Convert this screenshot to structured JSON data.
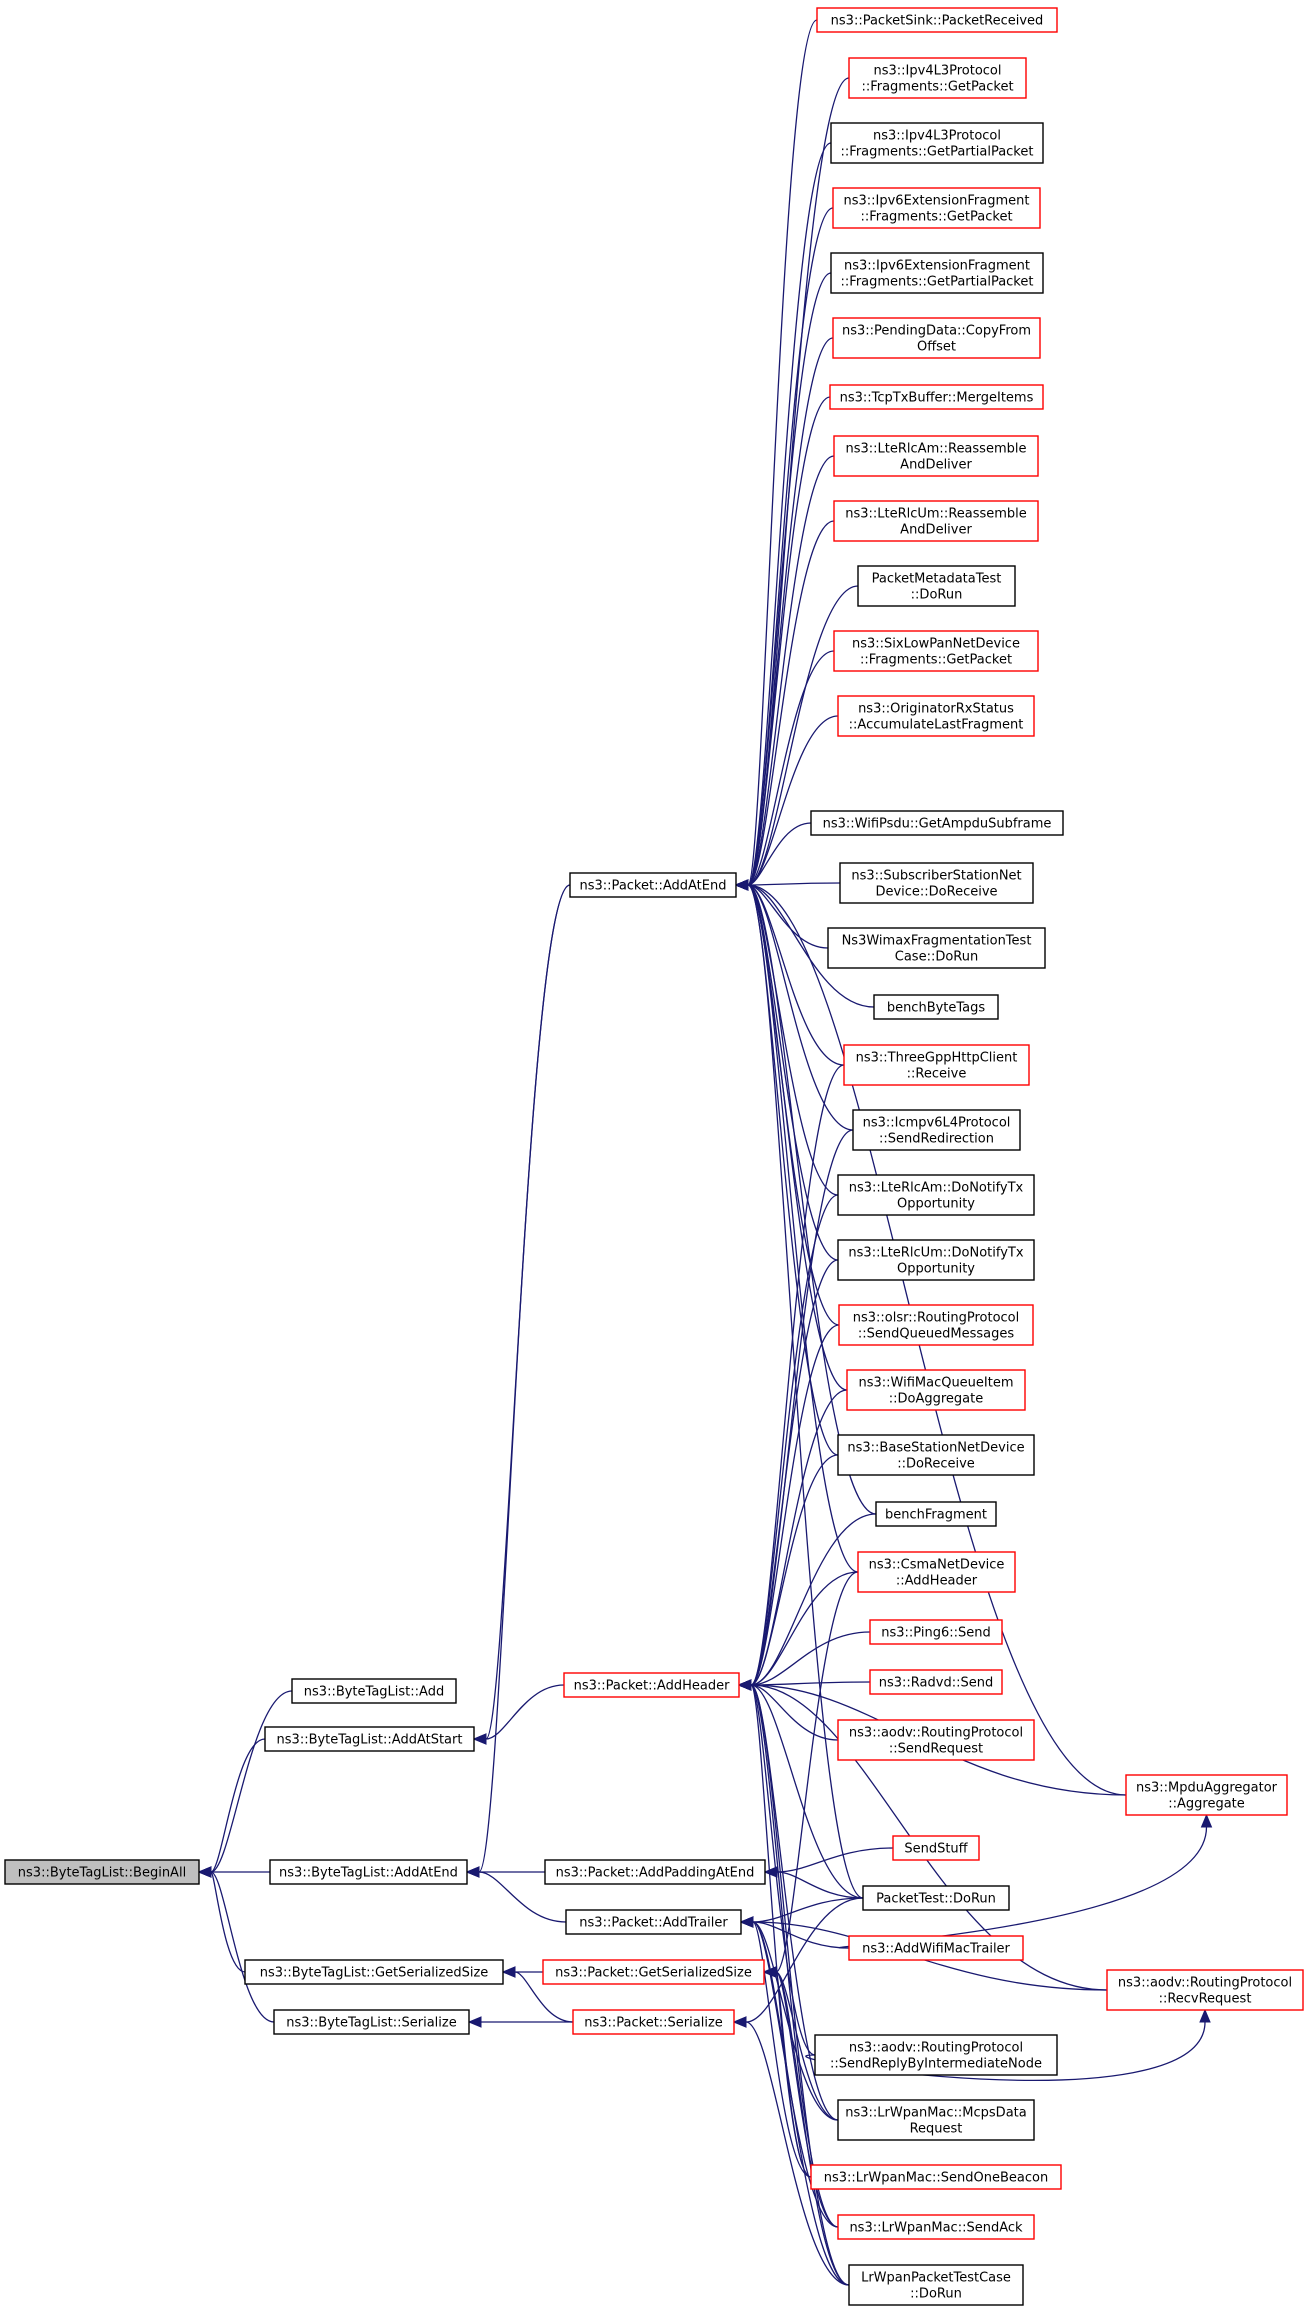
{
  "colors": {
    "edge": "#191970",
    "border_normal": "#000000",
    "border_undocumented": "#ff0000",
    "root_fill": "#bfbfbf",
    "background": "#ffffff"
  },
  "graph": {
    "root": "begin_all",
    "nodes": [
      {
        "id": "begin_all",
        "lines": [
          "ns3::ByteTagList::BeginAll"
        ],
        "style": "root"
      },
      {
        "id": "add",
        "lines": [
          "ns3::ByteTagList::Add"
        ],
        "style": "normal"
      },
      {
        "id": "add_at_start",
        "lines": [
          "ns3::ByteTagList::AddAtStart"
        ],
        "style": "normal"
      },
      {
        "id": "add_at_end",
        "lines": [
          "ns3::ByteTagList::AddAtEnd"
        ],
        "style": "normal"
      },
      {
        "id": "get_serialized_size",
        "lines": [
          "ns3::ByteTagList::GetSerializedSize"
        ],
        "style": "normal"
      },
      {
        "id": "serialize",
        "lines": [
          "ns3::ByteTagList::Serialize"
        ],
        "style": "normal"
      },
      {
        "id": "pkt_add_at_end",
        "lines": [
          "ns3::Packet::AddAtEnd"
        ],
        "style": "normal"
      },
      {
        "id": "pkt_add_header",
        "lines": [
          "ns3::Packet::AddHeader"
        ],
        "style": "red"
      },
      {
        "id": "pkt_add_padding",
        "lines": [
          "ns3::Packet::AddPaddingAtEnd"
        ],
        "style": "normal"
      },
      {
        "id": "pkt_add_trailer",
        "lines": [
          "ns3::Packet::AddTrailer"
        ],
        "style": "normal"
      },
      {
        "id": "pkt_get_ser_size",
        "lines": [
          "ns3::Packet::GetSerializedSize"
        ],
        "style": "red"
      },
      {
        "id": "pkt_serialize",
        "lines": [
          "ns3::Packet::Serialize"
        ],
        "style": "red"
      },
      {
        "id": "packet_sink",
        "lines": [
          "ns3::PacketSink::PacketReceived"
        ],
        "style": "red"
      },
      {
        "id": "ipv4_get_packet",
        "lines": [
          "ns3::Ipv4L3Protocol",
          "::Fragments::GetPacket"
        ],
        "style": "red"
      },
      {
        "id": "ipv4_get_partial",
        "lines": [
          "ns3::Ipv4L3Protocol",
          "::Fragments::GetPartialPacket"
        ],
        "style": "normal"
      },
      {
        "id": "ipv6_get_packet",
        "lines": [
          "ns3::Ipv6ExtensionFragment",
          "::Fragments::GetPacket"
        ],
        "style": "red"
      },
      {
        "id": "ipv6_get_partial",
        "lines": [
          "ns3::Ipv6ExtensionFragment",
          "::Fragments::GetPartialPacket"
        ],
        "style": "normal"
      },
      {
        "id": "pending_copy",
        "lines": [
          "ns3::PendingData::CopyFrom",
          "Offset"
        ],
        "style": "red"
      },
      {
        "id": "tcp_merge",
        "lines": [
          "ns3::TcpTxBuffer::MergeItems"
        ],
        "style": "red"
      },
      {
        "id": "lte_am_reassemble",
        "lines": [
          "ns3::LteRlcAm::Reassemble",
          "AndDeliver"
        ],
        "style": "red"
      },
      {
        "id": "lte_um_reassemble",
        "lines": [
          "ns3::LteRlcUm::Reassemble",
          "AndDeliver"
        ],
        "style": "red"
      },
      {
        "id": "pkt_meta_test",
        "lines": [
          "PacketMetadataTest",
          "::DoRun"
        ],
        "style": "normal"
      },
      {
        "id": "sixlowpan",
        "lines": [
          "ns3::SixLowPanNetDevice",
          "::Fragments::GetPacket"
        ],
        "style": "red"
      },
      {
        "id": "originator",
        "lines": [
          "ns3::OriginatorRxStatus",
          "::AccumulateLastFragment"
        ],
        "style": "red"
      },
      {
        "id": "wifi_psdu",
        "lines": [
          "ns3::WifiPsdu::GetAmpduSubframe"
        ],
        "style": "normal"
      },
      {
        "id": "subscriber",
        "lines": [
          "ns3::SubscriberStationNet",
          "Device::DoReceive"
        ],
        "style": "normal"
      },
      {
        "id": "wimax_frag",
        "lines": [
          "Ns3WimaxFragmentationTest",
          "Case::DoRun"
        ],
        "style": "normal"
      },
      {
        "id": "bench_byte_tags",
        "lines": [
          "benchByteTags"
        ],
        "style": "normal"
      },
      {
        "id": "three_gpp",
        "lines": [
          "ns3::ThreeGppHttpClient",
          "::Receive"
        ],
        "style": "red"
      },
      {
        "id": "icmpv6",
        "lines": [
          "ns3::Icmpv6L4Protocol",
          "::SendRedirection"
        ],
        "style": "normal"
      },
      {
        "id": "lte_am_notify",
        "lines": [
          "ns3::LteRlcAm::DoNotifyTx",
          "Opportunity"
        ],
        "style": "normal"
      },
      {
        "id": "lte_um_notify",
        "lines": [
          "ns3::LteRlcUm::DoNotifyTx",
          "Opportunity"
        ],
        "style": "normal"
      },
      {
        "id": "olsr",
        "lines": [
          "ns3::olsr::RoutingProtocol",
          "::SendQueuedMessages"
        ],
        "style": "red"
      },
      {
        "id": "wifi_mac_queue",
        "lines": [
          "ns3::WifiMacQueueItem",
          "::DoAggregate"
        ],
        "style": "red"
      },
      {
        "id": "base_station",
        "lines": [
          "ns3::BaseStationNetDevice",
          "::DoReceive"
        ],
        "style": "normal"
      },
      {
        "id": "bench_fragment",
        "lines": [
          "benchFragment"
        ],
        "style": "normal"
      },
      {
        "id": "csma",
        "lines": [
          "ns3::CsmaNetDevice",
          "::AddHeader"
        ],
        "style": "red"
      },
      {
        "id": "ping6",
        "lines": [
          "ns3::Ping6::Send"
        ],
        "style": "red"
      },
      {
        "id": "radvd",
        "lines": [
          "ns3::Radvd::Send"
        ],
        "style": "red"
      },
      {
        "id": "aodv_send_request",
        "lines": [
          "ns3::aodv::RoutingProtocol",
          "::SendRequest"
        ],
        "style": "red"
      },
      {
        "id": "mpdu_agg",
        "lines": [
          "ns3::MpduAggregator",
          "::Aggregate"
        ],
        "style": "red"
      },
      {
        "id": "send_stuff",
        "lines": [
          "SendStuff"
        ],
        "style": "red"
      },
      {
        "id": "packet_test",
        "lines": [
          "PacketTest::DoRun"
        ],
        "style": "normal"
      },
      {
        "id": "add_wifi_mac_trailer",
        "lines": [
          "ns3::AddWifiMacTrailer"
        ],
        "style": "red"
      },
      {
        "id": "aodv_recv_request",
        "lines": [
          "ns3::aodv::RoutingProtocol",
          "::RecvRequest"
        ],
        "style": "red"
      },
      {
        "id": "aodv_send_reply",
        "lines": [
          "ns3::aodv::RoutingProtocol",
          "::SendReplyByIntermediateNode"
        ],
        "style": "normal"
      },
      {
        "id": "lrwpan_mcps",
        "lines": [
          "ns3::LrWpanMac::McpsData",
          "Request"
        ],
        "style": "normal"
      },
      {
        "id": "lrwpan_beacon",
        "lines": [
          "ns3::LrWpanMac::SendOneBeacon"
        ],
        "style": "red"
      },
      {
        "id": "lrwpan_ack",
        "lines": [
          "ns3::LrWpanMac::SendAck"
        ],
        "style": "red"
      },
      {
        "id": "lrwpan_test",
        "lines": [
          "LrWpanPacketTestCase",
          "::DoRun"
        ],
        "style": "normal"
      }
    ],
    "edges": [
      [
        "add",
        "begin_all"
      ],
      [
        "add_at_start",
        "begin_all"
      ],
      [
        "add_at_end",
        "begin_all"
      ],
      [
        "get_serialized_size",
        "begin_all"
      ],
      [
        "serialize",
        "begin_all"
      ],
      [
        "pkt_add_at_end",
        "add_at_start"
      ],
      [
        "pkt_add_header",
        "add_at_start"
      ],
      [
        "pkt_add_at_end",
        "add_at_end"
      ],
      [
        "pkt_add_padding",
        "add_at_end"
      ],
      [
        "pkt_add_trailer",
        "add_at_end"
      ],
      [
        "pkt_get_ser_size",
        "get_serialized_size"
      ],
      [
        "pkt_serialize",
        "get_serialized_size"
      ],
      [
        "pkt_serialize",
        "serialize"
      ],
      [
        "packet_sink",
        "pkt_add_at_end"
      ],
      [
        "ipv4_get_packet",
        "pkt_add_at_end"
      ],
      [
        "ipv4_get_partial",
        "pkt_add_at_end"
      ],
      [
        "ipv6_get_packet",
        "pkt_add_at_end"
      ],
      [
        "ipv6_get_partial",
        "pkt_add_at_end"
      ],
      [
        "pending_copy",
        "pkt_add_at_end"
      ],
      [
        "tcp_merge",
        "pkt_add_at_end"
      ],
      [
        "lte_am_reassemble",
        "pkt_add_at_end"
      ],
      [
        "lte_um_reassemble",
        "pkt_add_at_end"
      ],
      [
        "pkt_meta_test",
        "pkt_add_at_end"
      ],
      [
        "sixlowpan",
        "pkt_add_at_end"
      ],
      [
        "originator",
        "pkt_add_at_end"
      ],
      [
        "mpdu_agg",
        "pkt_add_at_end"
      ],
      [
        "wifi_psdu",
        "pkt_add_at_end"
      ],
      [
        "subscriber",
        "pkt_add_at_end"
      ],
      [
        "wimax_frag",
        "pkt_add_at_end"
      ],
      [
        "bench_byte_tags",
        "pkt_add_at_end"
      ],
      [
        "three_gpp",
        "pkt_add_at_end"
      ],
      [
        "icmpv6",
        "pkt_add_at_end"
      ],
      [
        "lte_am_notify",
        "pkt_add_at_end"
      ],
      [
        "lte_um_notify",
        "pkt_add_at_end"
      ],
      [
        "olsr",
        "pkt_add_at_end"
      ],
      [
        "wifi_mac_queue",
        "pkt_add_at_end"
      ],
      [
        "base_station",
        "pkt_add_at_end"
      ],
      [
        "bench_fragment",
        "pkt_add_at_end"
      ],
      [
        "csma",
        "pkt_add_at_end"
      ],
      [
        "packet_test",
        "pkt_add_at_end"
      ],
      [
        "three_gpp",
        "pkt_add_header"
      ],
      [
        "icmpv6",
        "pkt_add_header"
      ],
      [
        "lte_am_notify",
        "pkt_add_header"
      ],
      [
        "lte_um_notify",
        "pkt_add_header"
      ],
      [
        "olsr",
        "pkt_add_header"
      ],
      [
        "wifi_mac_queue",
        "pkt_add_header"
      ],
      [
        "base_station",
        "pkt_add_header"
      ],
      [
        "bench_fragment",
        "pkt_add_header"
      ],
      [
        "csma",
        "pkt_add_header"
      ],
      [
        "ping6",
        "pkt_add_header"
      ],
      [
        "radvd",
        "pkt_add_header"
      ],
      [
        "aodv_send_request",
        "pkt_add_header"
      ],
      [
        "mpdu_agg",
        "pkt_add_header"
      ],
      [
        "packet_test",
        "pkt_add_header"
      ],
      [
        "aodv_recv_request",
        "pkt_add_header"
      ],
      [
        "aodv_send_reply",
        "pkt_add_header"
      ],
      [
        "lrwpan_mcps",
        "pkt_add_header"
      ],
      [
        "lrwpan_beacon",
        "pkt_add_header"
      ],
      [
        "lrwpan_ack",
        "pkt_add_header"
      ],
      [
        "lrwpan_test",
        "pkt_add_header"
      ],
      [
        "send_stuff",
        "pkt_add_padding"
      ],
      [
        "packet_test",
        "pkt_add_padding"
      ],
      [
        "packet_test",
        "pkt_add_trailer"
      ],
      [
        "add_wifi_mac_trailer",
        "pkt_add_trailer"
      ],
      [
        "aodv_recv_request",
        "pkt_add_trailer"
      ],
      [
        "lrwpan_mcps",
        "pkt_add_trailer"
      ],
      [
        "lrwpan_beacon",
        "pkt_add_trailer"
      ],
      [
        "lrwpan_ack",
        "pkt_add_trailer"
      ],
      [
        "lrwpan_test",
        "pkt_add_trailer"
      ],
      [
        "csma",
        "pkt_get_ser_size"
      ],
      [
        "lrwpan_mcps",
        "pkt_get_ser_size"
      ],
      [
        "lrwpan_beacon",
        "pkt_get_ser_size"
      ],
      [
        "lrwpan_ack",
        "pkt_get_ser_size"
      ],
      [
        "lrwpan_test",
        "pkt_get_ser_size"
      ],
      [
        "packet_test",
        "pkt_serialize"
      ],
      [
        "lrwpan_test",
        "pkt_serialize"
      ],
      [
        "add_wifi_mac_trailer",
        "mpdu_agg"
      ],
      [
        "aodv_send_reply",
        "aodv_recv_request"
      ]
    ]
  }
}
